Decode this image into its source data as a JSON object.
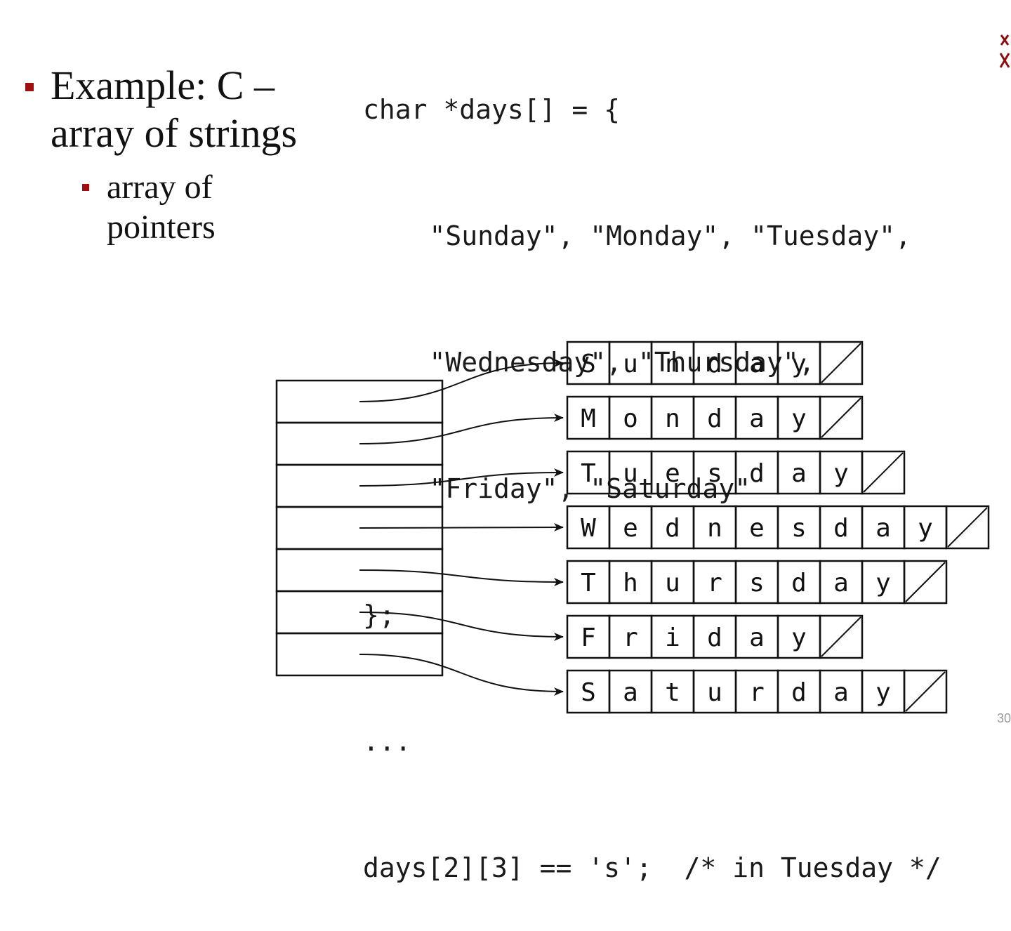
{
  "bullets": {
    "main": "Example: C – array of strings",
    "sub": "array of pointers"
  },
  "code": {
    "lines": [
      "char *days[] = {",
      "    \"Sunday\", \"Monday\", \"Tuesday\",",
      "    \"Wednesday\", \"Thursday\",",
      "    \"Friday\", \"Saturday\"",
      "};",
      "...",
      "days[2][3] == 's';  /* in Tuesday */"
    ]
  },
  "diagram": {
    "pointer_slots": 7,
    "strings": [
      "Sunday",
      "Monday",
      "Tuesday",
      "Wednesday",
      "Thursday",
      "Friday",
      "Saturday"
    ],
    "null_terminator": "slashed-cell"
  },
  "colors": {
    "bullet_marker": "#a01010",
    "text": "#111111",
    "line": "#111111"
  },
  "footer": {
    "page_number": "30"
  }
}
